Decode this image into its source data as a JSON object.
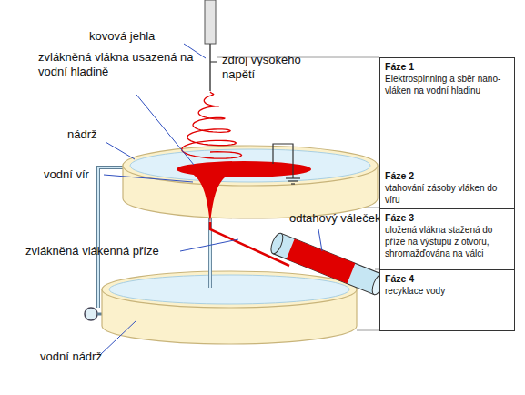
{
  "diagram": {
    "nodes": [
      {
        "text": [
          "Fáze 1",
          "Elektrospinning a sběr nano-vláken na vodní hladinu"
        ]
      },
      {
        "text": [
          "Fáze 2",
          "vtahování zásoby vláken do víru"
        ]
      },
      {
        "text": [
          "Fáze 3",
          "uložená vlákna stažená do příze na výstupu z otvoru, shromažďována na válci"
        ]
      },
      {
        "text": [
          "Fáze 4",
          "recyklace vody"
        ]
      }
    ],
    "labels": [
      "kovová jehla",
      "zvlákněná vlákna usazená na vodní hladině",
      "zdroj vysokého napětí",
      "nádrž",
      "vodní vír",
      "zvlákněná vlákenná příze",
      "odtahový váleček",
      "vodní nádrž"
    ]
  }
}
